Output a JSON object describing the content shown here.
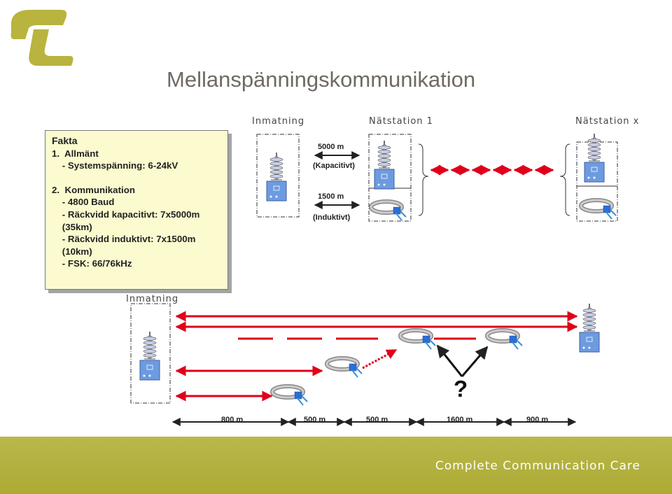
{
  "title": "Mellanspänningskommunikation",
  "labels": {
    "inmatning_top": "Inmatning",
    "natstation1": "Nätstation 1",
    "natstationx": "Nätstation x",
    "inmatning_bottom": "Inmatning"
  },
  "links": {
    "kap_distance": "5000 m",
    "kap_type": "(Kapacitivt)",
    "ind_distance": "1500 m",
    "ind_type": "(Induktivt)"
  },
  "fakta": {
    "title": "Fakta",
    "lines": [
      "1.  Allmänt",
      "    - Systemspänning: 6-24kV",
      "",
      "2.  Kommunikation",
      "    - 4800 Baud",
      "    - Räckvidd kapacitivt: 7x5000m",
      "    (35km)",
      "    - Räckvidd induktivt: 7x1500m",
      "    (10km)",
      "    - FSK: 66/76kHz"
    ]
  },
  "distances": [
    "800 m",
    "500 m",
    "500 m",
    "1600 m",
    "900 m"
  ],
  "question_mark": "?",
  "footer": {
    "tagline": "Complete Communication Care"
  },
  "colors": {
    "arrow_red": "#e0001a",
    "coupler_blue": "#6d9be0",
    "footer_olive": "#b2af3c",
    "logo_olive": "#b8b43e",
    "fakta_bg": "#fbfbcf"
  }
}
